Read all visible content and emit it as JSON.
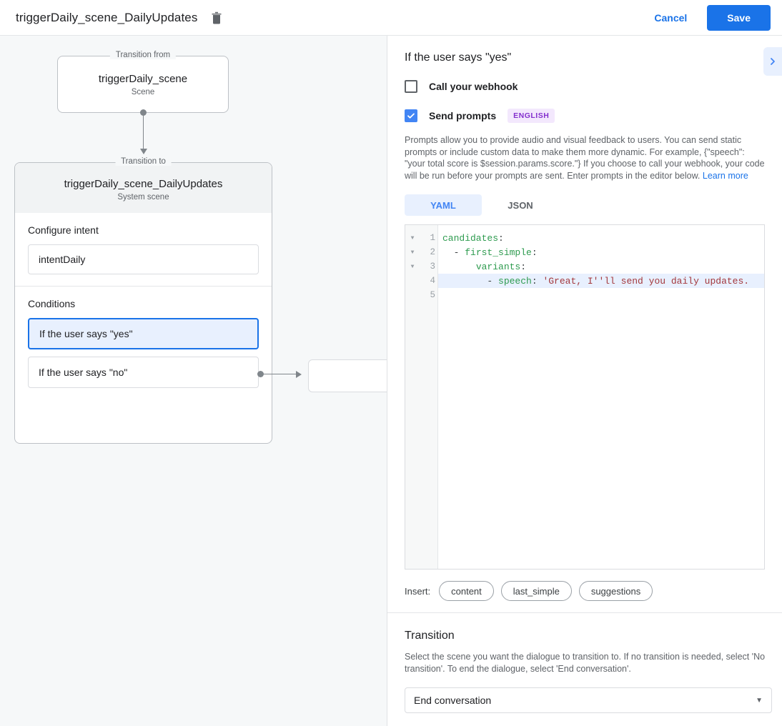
{
  "topbar": {
    "title": "triggerDaily_scene_DailyUpdates",
    "delete_icon": "trash-icon",
    "cancel_label": "Cancel",
    "save_label": "Save"
  },
  "canvas": {
    "transition_from": {
      "legend": "Transition from",
      "title": "triggerDaily_scene",
      "subtitle": "Scene"
    },
    "transition_to": {
      "legend": "Transition to",
      "title": "triggerDaily_scene_DailyUpdates",
      "subtitle": "System scene"
    },
    "intent": {
      "label": "Configure intent",
      "value": "intentDaily"
    },
    "conditions": {
      "label": "Conditions",
      "items": [
        {
          "text": "If the user says \"yes\"",
          "selected": true
        },
        {
          "text": "If the user says \"no\"",
          "selected": false
        }
      ]
    }
  },
  "panel": {
    "title": "If the user says \"yes\"",
    "collapse_icon": "chevron-right-icon",
    "webhook": {
      "label": "Call your webhook",
      "checked": false
    },
    "prompts": {
      "label": "Send prompts",
      "checked": true,
      "badge": "ENGLISH",
      "description": "Prompts allow you to provide audio and visual feedback to users. You can send static prompts or include custom data to make them more dynamic. For example, {\"speech\": \"your total score is $session.params.score.\"} If you choose to call your webhook, your code will be run before your prompts are sent. Enter prompts in the editor below. ",
      "learn_more": "Learn more"
    },
    "format_tabs": [
      {
        "label": "YAML",
        "active": true
      },
      {
        "label": "JSON",
        "active": false
      }
    ],
    "editor": {
      "lines": [
        {
          "number": "1",
          "fold": true,
          "highlight": false,
          "tokens": [
            {
              "t": "candidates",
              "c": "key"
            },
            {
              "t": ":",
              "c": "plain"
            }
          ]
        },
        {
          "number": "2",
          "fold": true,
          "highlight": false,
          "tokens": [
            {
              "t": "  - ",
              "c": "plain"
            },
            {
              "t": "first_simple",
              "c": "key"
            },
            {
              "t": ":",
              "c": "plain"
            }
          ]
        },
        {
          "number": "3",
          "fold": true,
          "highlight": false,
          "tokens": [
            {
              "t": "      ",
              "c": "plain"
            },
            {
              "t": "variants",
              "c": "key"
            },
            {
              "t": ":",
              "c": "plain"
            }
          ]
        },
        {
          "number": "4",
          "fold": false,
          "highlight": true,
          "tokens": [
            {
              "t": "        - ",
              "c": "plain"
            },
            {
              "t": "speech",
              "c": "key"
            },
            {
              "t": ": ",
              "c": "plain"
            },
            {
              "t": "'Great, I''ll send you daily updates.",
              "c": "str"
            }
          ]
        },
        {
          "number": "5",
          "fold": false,
          "highlight": false,
          "tokens": []
        }
      ]
    },
    "insert": {
      "label": "Insert:",
      "chips": [
        "content",
        "last_simple",
        "suggestions"
      ]
    },
    "transition": {
      "title": "Transition",
      "description": "Select the scene you want the dialogue to transition to. If no transition is needed, select 'No transition'. To end the dialogue, select 'End conversation'.",
      "selected": "End conversation"
    }
  },
  "colors": {
    "accent": "#1a73e8",
    "checkbox_checked": "#4285f4",
    "badge_text": "#8430ce",
    "badge_bg": "#f3e8fd",
    "canvas_bg": "#f6f8f9"
  }
}
